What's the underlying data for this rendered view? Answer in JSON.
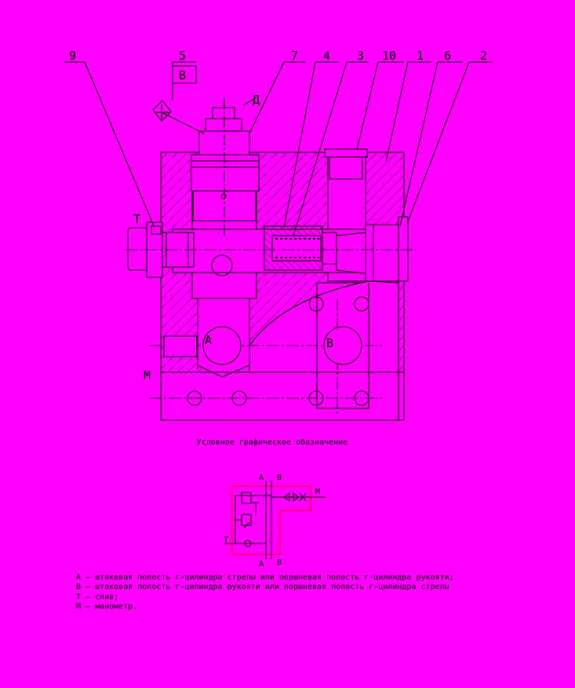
{
  "callouts": {
    "c9": "9",
    "c5": "5",
    "c7": "7",
    "c4": "4",
    "c3": "3",
    "c10": "10",
    "c1": "1",
    "c6": "6",
    "c2": "2",
    "view_b": "В",
    "view_d": "Д"
  },
  "port_labels": {
    "t": "Т",
    "m": "М",
    "a": "А",
    "b": "В"
  },
  "caption": "Условное графическое обозначение",
  "schematic": {
    "a_top": "А",
    "b_top": "В",
    "a_bottom": "А",
    "b_bottom": "В",
    "m": "М",
    "t": "Т"
  },
  "legend": [
    "А – штоковая полость г-цилиндра стрелы или поршневая полость г-цилиндра рукояти;",
    "В – штоковая полость г-цилиндра рукояти или поршневая полость г-цилиндра стрелы",
    "Т – слив;",
    "М – манометр."
  ],
  "colors": {
    "background": "#ff00ff",
    "line": "#000000",
    "schematic_frame": "#ff0000"
  }
}
